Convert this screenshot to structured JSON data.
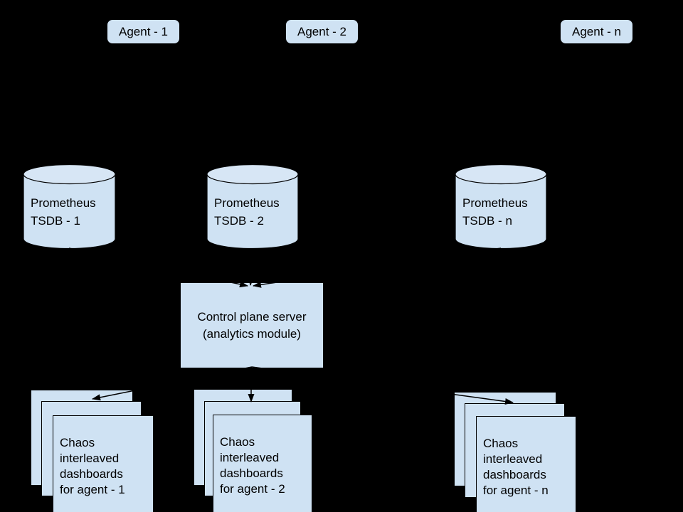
{
  "colors": {
    "background": "#000000",
    "shape_fill": "#cfe2f3",
    "outline": "#000000",
    "text": "#000000"
  },
  "agents": [
    {
      "label": "Agent - 1"
    },
    {
      "label": "Agent - 2"
    },
    {
      "label": "Agent - n"
    }
  ],
  "tsdbs": [
    {
      "line1": "Prometheus",
      "line2": "TSDB - 1"
    },
    {
      "line1": "Prometheus",
      "line2": "TSDB - 2"
    },
    {
      "line1": "Prometheus",
      "line2": "TSDB - n"
    }
  ],
  "control_plane": {
    "line1": "Control plane server",
    "line2": "(analytics module)"
  },
  "dashboard_stacks": [
    {
      "lines": [
        "Chaos",
        "interleaved",
        "dashboards",
        "for agent - 1"
      ]
    },
    {
      "lines": [
        "Chaos",
        "interleaved",
        "dashboards",
        "for agent - 2"
      ]
    },
    {
      "lines": [
        "Chaos",
        "interleaved",
        "dashboards",
        "for agent - n"
      ]
    }
  ]
}
